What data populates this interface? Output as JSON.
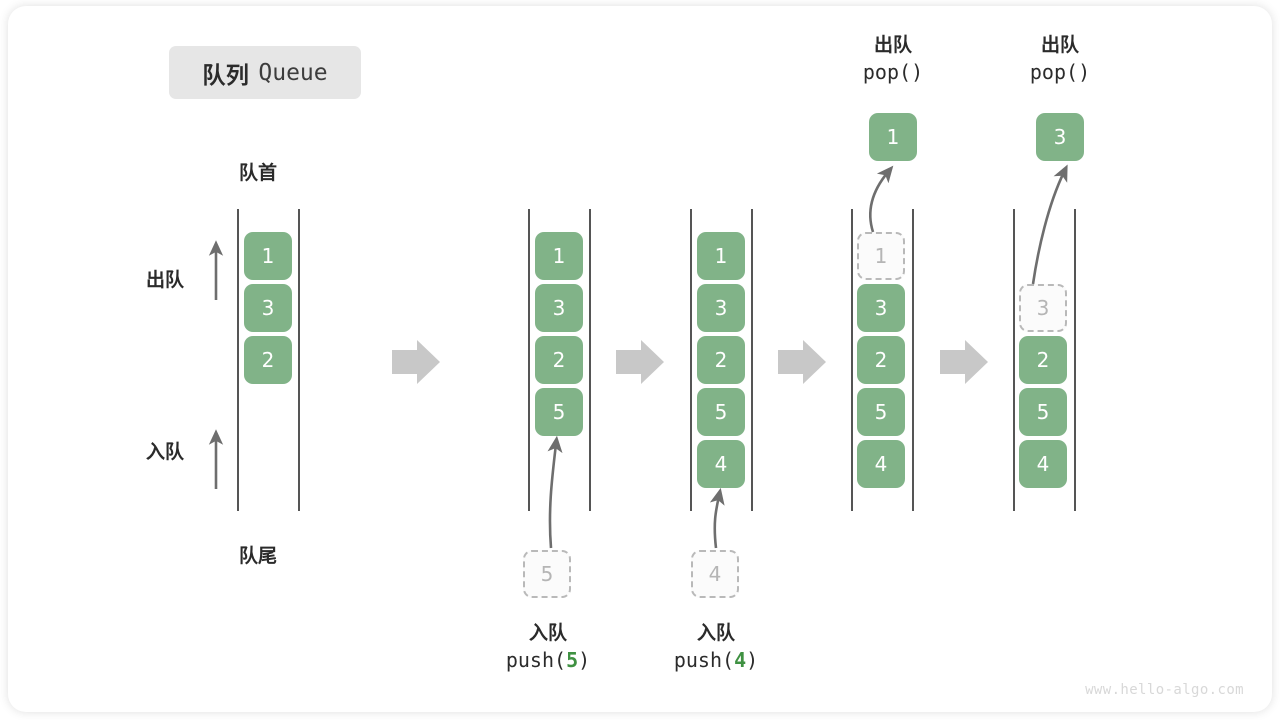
{
  "title": {
    "cn": "队列",
    "en": "Queue"
  },
  "labels": {
    "front": "队首",
    "rear": "队尾",
    "dequeue": "出队",
    "enqueue": "入队"
  },
  "watermark": "www.hello-algo.com",
  "colors": {
    "cell_green": "#81b388",
    "cell_text": "#ffffff",
    "ghost_border": "#b9b9b9",
    "ghost_text": "#b5b5b5",
    "rail": "#555555",
    "arrow_gray": "#c8c8c8",
    "curve_arrow": "#6e6e6e",
    "badge_bg": "#e6e6e6",
    "text": "#2b2b2b",
    "code_accent": "#3f9142",
    "watermark": "#d8d8d8"
  },
  "steps": [
    {
      "id": "initial",
      "cells": [
        "1",
        "3",
        "2"
      ],
      "ghost_slot": null,
      "ghost_value": null,
      "op_caption": null,
      "staged_value": null,
      "popped_value": null
    },
    {
      "id": "after-push-5",
      "cells": [
        "1",
        "3",
        "2",
        "5"
      ],
      "ghost_slot": null,
      "ghost_value": null,
      "op_caption": {
        "line1": "入队",
        "call": "push(",
        "arg": "5",
        "close": ")"
      },
      "staged_value": "5",
      "popped_value": null
    },
    {
      "id": "after-push-4",
      "cells": [
        "1",
        "3",
        "2",
        "5",
        "4"
      ],
      "ghost_slot": null,
      "ghost_value": null,
      "op_caption": {
        "line1": "入队",
        "call": "push(",
        "arg": "4",
        "close": ")"
      },
      "staged_value": "4",
      "popped_value": null
    },
    {
      "id": "after-pop-1",
      "cells": [
        "3",
        "2",
        "5",
        "4"
      ],
      "ghost_slot": 0,
      "ghost_value": "1",
      "op_caption": {
        "line1": "出队",
        "call": "pop(",
        "arg": "",
        "close": ")"
      },
      "staged_value": null,
      "popped_value": "1"
    },
    {
      "id": "after-pop-3",
      "cells": [
        "2",
        "5",
        "4"
      ],
      "ghost_slot": 1,
      "ghost_value": "3",
      "op_caption": {
        "line1": "出队",
        "call": "pop(",
        "arg": "",
        "close": ")"
      },
      "staged_value": null,
      "popped_value": "3"
    }
  ],
  "flow_arrows": 4
}
